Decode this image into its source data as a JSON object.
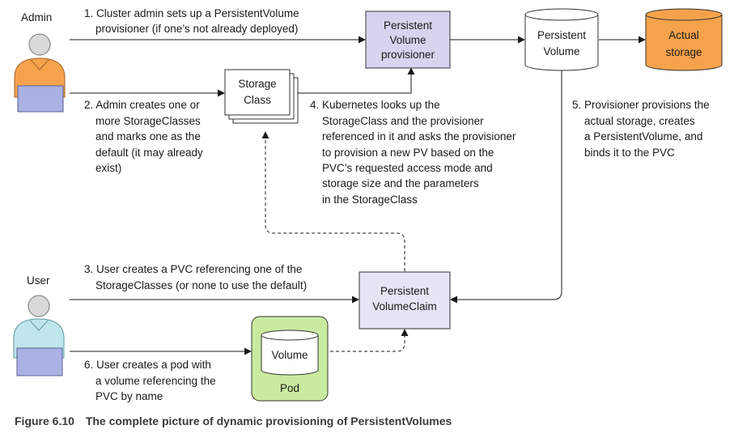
{
  "actors": {
    "admin": "Admin",
    "user": "User"
  },
  "nodes": {
    "provisioner": [
      "Persistent",
      "Volume",
      "provisioner"
    ],
    "persistent_volume": [
      "Persistent",
      "Volume"
    ],
    "actual_storage": [
      "Actual",
      "storage"
    ],
    "storage_class": [
      "Storage",
      "Class"
    ],
    "pvc": [
      "Persistent",
      "VolumeClaim"
    ],
    "volume": "Volume",
    "pod": "Pod"
  },
  "steps": {
    "step1": [
      "1. Cluster admin sets up a PersistentVolume",
      "provisioner (if one’s not already deployed)"
    ],
    "step2": [
      "2. Admin creates one or",
      "more StorageClasses",
      "and marks one as the",
      "default (it may already",
      "exist)"
    ],
    "step3": [
      "3. User creates a PVC referencing one of the",
      "StorageClasses (or none to use the default)"
    ],
    "step4": [
      "4. Kubernetes looks up the",
      "StorageClass and the provisioner",
      "referenced in it and asks the provisioner",
      "to provision a new PV based on the",
      "PVC’s requested access mode and",
      "storage size and the parameters",
      "in the StorageClass"
    ],
    "step5": [
      "5. Provisioner provisions the",
      "actual storage, creates",
      "a PersistentVolume, and",
      "binds it to the PVC"
    ],
    "step6": [
      "6. User creates a pod with",
      "a volume referencing the",
      "PVC by name"
    ]
  },
  "caption": {
    "number": "Figure 6.10",
    "text": "The complete picture of dynamic provisioning of PersistentVolumes"
  },
  "colors": {
    "provisioner_fill": "#d6d4ee",
    "pvc_fill": "#e6e5f5",
    "actual_storage_fill": "#f6a24c",
    "pod_fill": "#c9eba0",
    "admin_shirt": "#f6a24c",
    "user_shirt": "#bfe6ec",
    "laptop": "#aab2e4",
    "skin": "#d9d9d9"
  }
}
